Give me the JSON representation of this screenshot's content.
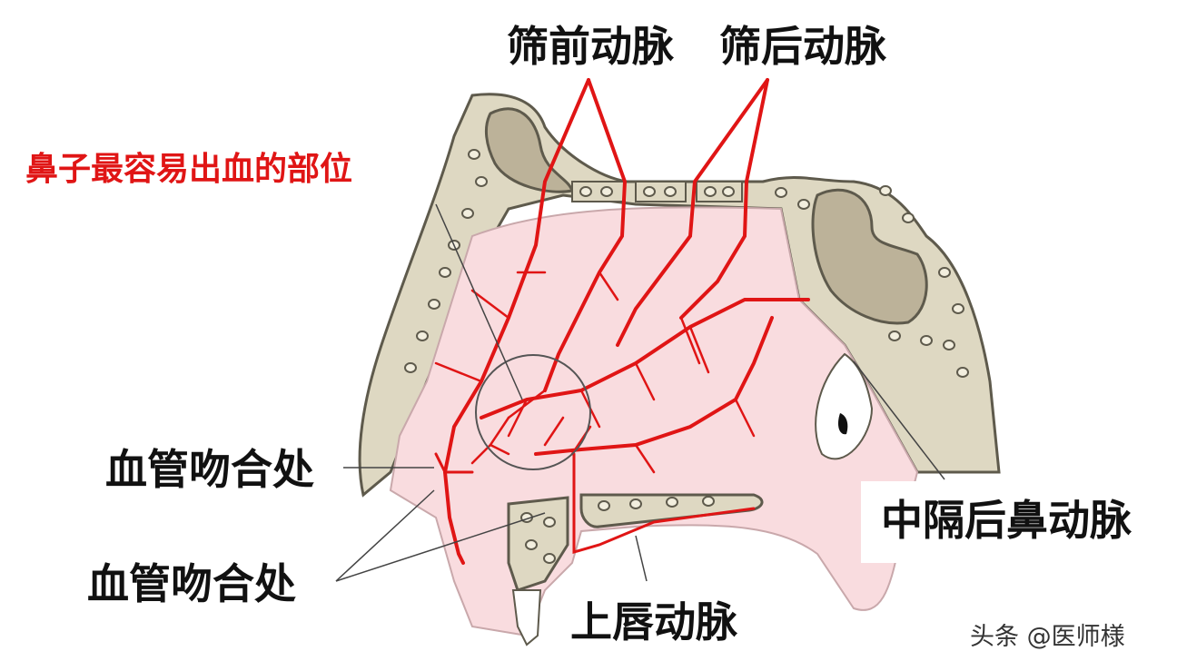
{
  "labels": {
    "anterior_ethmoidal_artery": "筛前动脉",
    "posterior_ethmoidal_artery": "筛后动脉",
    "bleeding_site_caption": "鼻子最容易出血的部位",
    "anastomosis_upper": "血管吻合处",
    "anastomosis_lower": "血管吻合处",
    "posterior_septal_nasal_artery": "中隔后鼻动脉",
    "superior_labial_artery": "上唇动脉"
  },
  "watermark": "头条 @医师様",
  "colors": {
    "artery": "#e01515",
    "bone": "#ded8c2",
    "bone_outline": "#5e5a4c",
    "soft_tissue": "#f9dcdf",
    "sinus": "#bcb299",
    "caption": "#e01515"
  }
}
